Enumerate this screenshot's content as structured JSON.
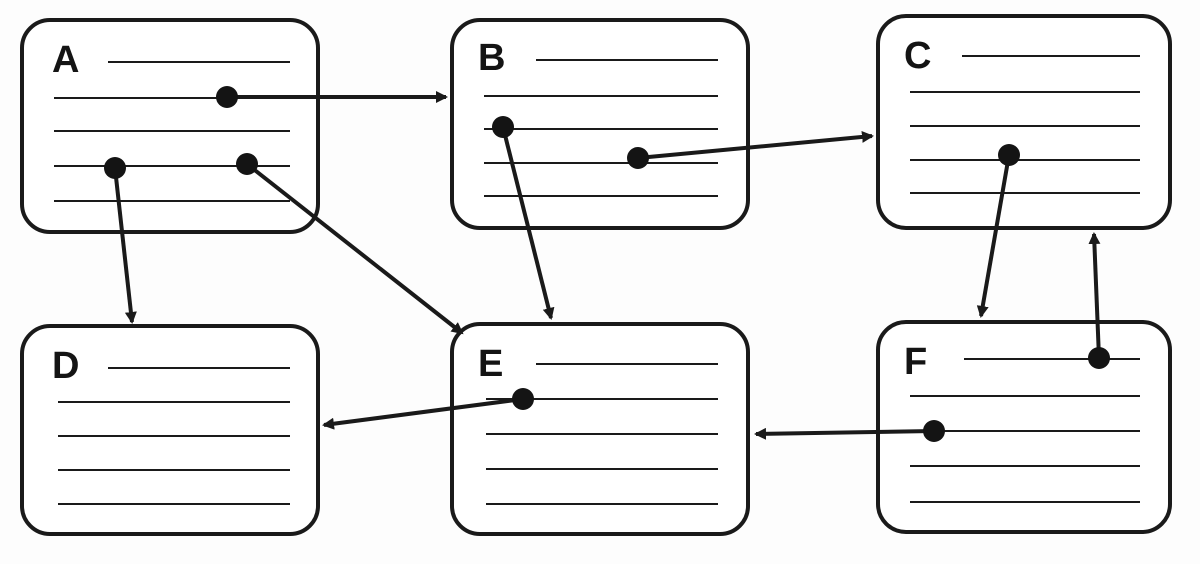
{
  "diagram": {
    "nodes": [
      {
        "id": "A",
        "label": "A"
      },
      {
        "id": "B",
        "label": "B"
      },
      {
        "id": "C",
        "label": "C"
      },
      {
        "id": "D",
        "label": "D"
      },
      {
        "id": "E",
        "label": "E"
      },
      {
        "id": "F",
        "label": "F"
      }
    ],
    "edges": [
      {
        "from": "A",
        "to": "B"
      },
      {
        "from": "A",
        "to": "D"
      },
      {
        "from": "A",
        "to": "E"
      },
      {
        "from": "B",
        "to": "C"
      },
      {
        "from": "B",
        "to": "E"
      },
      {
        "from": "C",
        "to": "F"
      },
      {
        "from": "F",
        "to": "C"
      },
      {
        "from": "F",
        "to": "E"
      },
      {
        "from": "E",
        "to": "D"
      }
    ],
    "colors": {
      "stroke": "#1a1a1a",
      "fill": "#ffffff",
      "background": "#fdfdfd"
    }
  }
}
